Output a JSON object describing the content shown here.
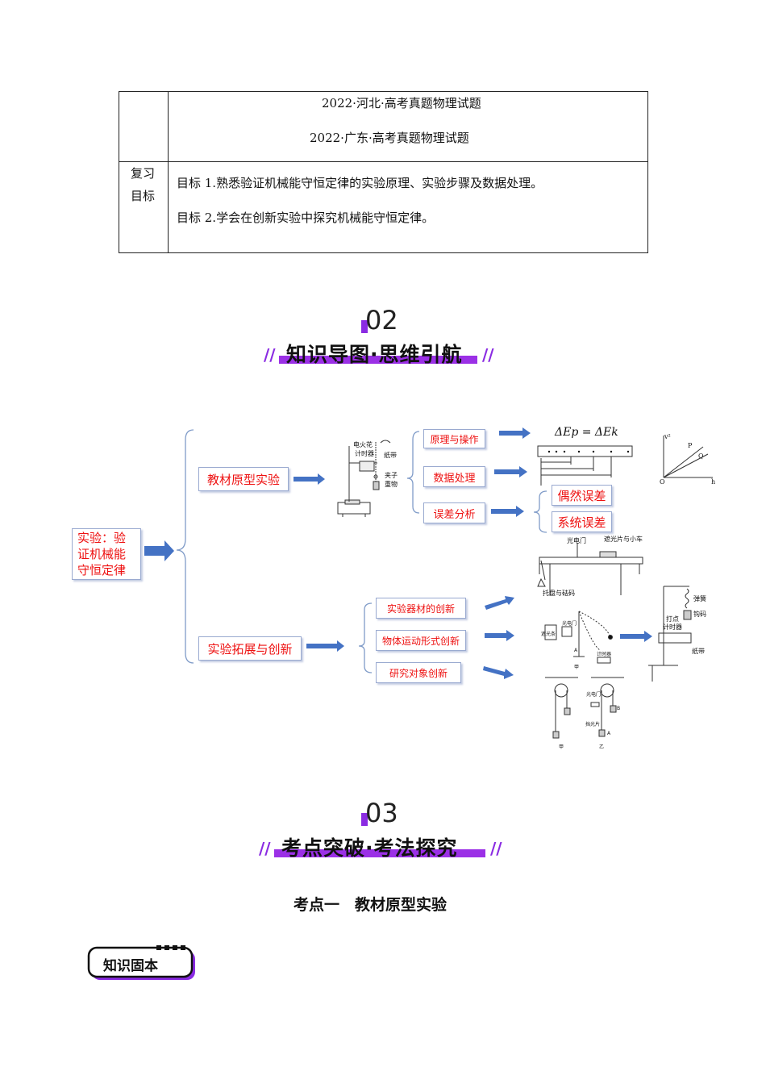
{
  "table": {
    "row1_lines": [
      "2022·河北·高考真题物理试题",
      "2022·广东·高考真题物理试题"
    ],
    "row2_label_lines": [
      "复习",
      "目标"
    ],
    "row2_lines": [
      "目标 1.熟悉验证机械能守恒定律的实验原理、实验步骤及数据处理。",
      "目标 2.学会在创新实验中探究机械能守恒定律。"
    ]
  },
  "section2": {
    "number": "02",
    "title": "知识导图·思维引航"
  },
  "mindmap": {
    "root": [
      "实验：验",
      "证机械能",
      "守恒定律"
    ],
    "branch1": "教材原型实验",
    "branch2": "实验拓展与创新",
    "b1_items": [
      "原理与操作",
      "数据处理",
      "误差分析"
    ],
    "errors": [
      "偶然误差",
      "系统误差"
    ],
    "b2_items": [
      "实验器材的创新",
      "物体运动形式创新",
      "研究对象创新"
    ],
    "apparatus_labels": {
      "timer": [
        "电火花",
        "计时器"
      ],
      "tape": "纸带",
      "clip": "夹子",
      "weight": "重物",
      "formula": "ΔEp = ΔEk",
      "graph": {
        "p": "P",
        "q": "Q",
        "o": "O",
        "x": "h",
        "y": "v²"
      },
      "track": {
        "gate": "光电门",
        "car": "遮光片与小车",
        "tray": "托盘与砝码"
      },
      "pendulum": {
        "light": "光电门",
        "shade": "遮光条",
        "timer": "计时器",
        "a": "A",
        "jia": "甲"
      },
      "spring": {
        "spring": "弹簧",
        "hook": "钩码",
        "timer": [
          "打点",
          "计时器"
        ],
        "tape": "纸带"
      },
      "pulley": {
        "gate": "光电门",
        "b": "B",
        "shade": "挡光片",
        "a": "A",
        "jia": "甲",
        "yi": "乙"
      }
    }
  },
  "section3": {
    "number": "03",
    "title": "考点突破·考法探究"
  },
  "topic": "考点一　教材原型实验",
  "badge": "知识固本"
}
